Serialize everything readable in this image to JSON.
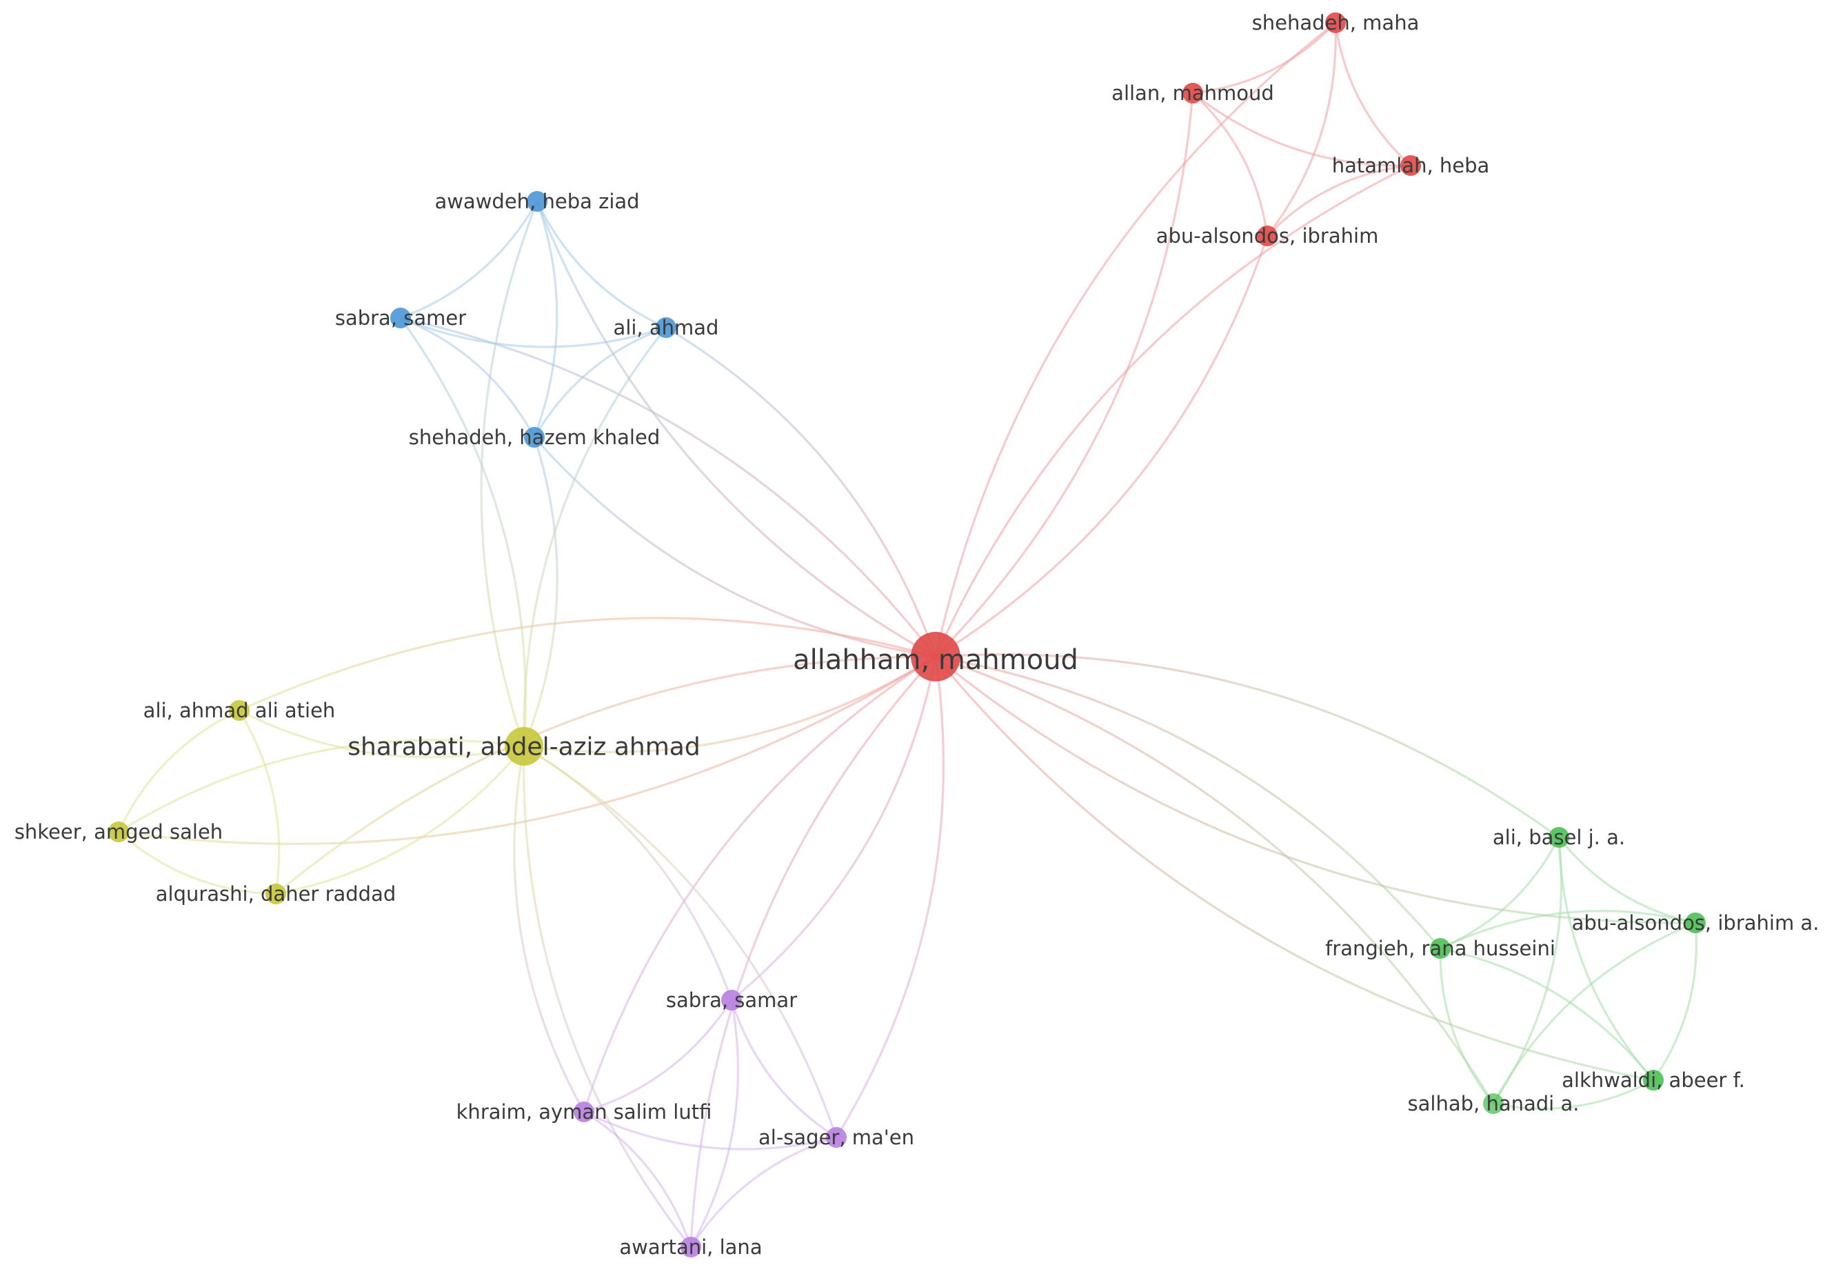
{
  "clusters": [
    {
      "id": "red",
      "color": "#e04848",
      "edge_color": "#f0a0a0"
    },
    {
      "id": "blue",
      "color": "#4d97d6",
      "edge_color": "#a6cbe9"
    },
    {
      "id": "yellow",
      "color": "#c6c63a",
      "edge_color": "#e2e29a"
    },
    {
      "id": "purple",
      "color": "#b87fe0",
      "edge_color": "#d7b5f0"
    },
    {
      "id": "green",
      "color": "#4cc054",
      "edge_color": "#a6dfaa"
    }
  ],
  "nodes": [
    {
      "id": "allahham",
      "label": "allahham, mahmoud",
      "cluster": "red",
      "size": "large"
    },
    {
      "id": "shehadeh_maha",
      "label": "shehadeh, maha",
      "cluster": "red",
      "size": "small"
    },
    {
      "id": "allan",
      "label": "allan, mahmoud",
      "cluster": "red",
      "size": "small"
    },
    {
      "id": "hatamlah",
      "label": "hatamlah, heba",
      "cluster": "red",
      "size": "small"
    },
    {
      "id": "abu_ibrahim",
      "label": "abu-alsondos, ibrahim",
      "cluster": "red",
      "size": "small"
    },
    {
      "id": "awawdeh",
      "label": "awawdeh, heba ziad",
      "cluster": "blue",
      "size": "small"
    },
    {
      "id": "sabra_samer",
      "label": "sabra, samer",
      "cluster": "blue",
      "size": "small"
    },
    {
      "id": "ali_ahmad",
      "label": "ali, ahmad",
      "cluster": "blue",
      "size": "small"
    },
    {
      "id": "shehadeh_hazem",
      "label": "shehadeh, hazem khaled",
      "cluster": "blue",
      "size": "small"
    },
    {
      "id": "sharabati",
      "label": "sharabati, abdel-aziz ahmad",
      "cluster": "yellow",
      "size": "medium"
    },
    {
      "id": "ali_atieh",
      "label": "ali, ahmad ali atieh",
      "cluster": "yellow",
      "size": "small"
    },
    {
      "id": "shkeer",
      "label": "shkeer, amged saleh",
      "cluster": "yellow",
      "size": "small"
    },
    {
      "id": "alqurashi",
      "label": "alqurashi, daher raddad",
      "cluster": "yellow",
      "size": "small"
    },
    {
      "id": "sabra_samar",
      "label": "sabra, samar",
      "cluster": "purple",
      "size": "small"
    },
    {
      "id": "khraim",
      "label": "khraim, ayman salim lutfi",
      "cluster": "purple",
      "size": "small"
    },
    {
      "id": "alsager",
      "label": "al-sager, ma'en",
      "cluster": "purple",
      "size": "small"
    },
    {
      "id": "awartani",
      "label": "awartani, lana",
      "cluster": "purple",
      "size": "small"
    },
    {
      "id": "ali_basel",
      "label": "ali, basel j. a.",
      "cluster": "green",
      "size": "small"
    },
    {
      "id": "abu_ibrahim_a",
      "label": "abu-alsondos, ibrahim a.",
      "cluster": "green",
      "size": "small"
    },
    {
      "id": "frangieh",
      "label": "frangieh, rana husseini",
      "cluster": "green",
      "size": "small"
    },
    {
      "id": "alkhwaldi",
      "label": "alkhwaldi, abeer f.",
      "cluster": "green",
      "size": "small"
    },
    {
      "id": "salhab",
      "label": "salhab, hanadi a.",
      "cluster": "green",
      "size": "small",
      "faded": true
    }
  ],
  "edges": [
    [
      "allahham",
      "shehadeh_maha"
    ],
    [
      "allahham",
      "allan"
    ],
    [
      "allahham",
      "hatamlah"
    ],
    [
      "allahham",
      "abu_ibrahim"
    ],
    [
      "shehadeh_maha",
      "allan"
    ],
    [
      "shehadeh_maha",
      "hatamlah"
    ],
    [
      "shehadeh_maha",
      "abu_ibrahim"
    ],
    [
      "allan",
      "hatamlah"
    ],
    [
      "allan",
      "abu_ibrahim"
    ],
    [
      "hatamlah",
      "abu_ibrahim"
    ],
    [
      "allahham",
      "awawdeh"
    ],
    [
      "allahham",
      "ali_ahmad"
    ],
    [
      "allahham",
      "shehadeh_hazem"
    ],
    [
      "allahham",
      "sabra_samer"
    ],
    [
      "awawdeh",
      "sabra_samer"
    ],
    [
      "awawdeh",
      "ali_ahmad"
    ],
    [
      "awawdeh",
      "shehadeh_hazem"
    ],
    [
      "sabra_samer",
      "ali_ahmad"
    ],
    [
      "sabra_samer",
      "shehadeh_hazem"
    ],
    [
      "ali_ahmad",
      "shehadeh_hazem"
    ],
    [
      "sharabati",
      "awawdeh"
    ],
    [
      "sharabati",
      "shehadeh_hazem"
    ],
    [
      "sharabati",
      "ali_ahmad"
    ],
    [
      "sharabati",
      "sabra_samer"
    ],
    [
      "allahham",
      "sharabati"
    ],
    [
      "allahham",
      "ali_atieh"
    ],
    [
      "allahham",
      "shkeer"
    ],
    [
      "allahham",
      "alqurashi"
    ],
    [
      "sharabati",
      "ali_atieh"
    ],
    [
      "sharabati",
      "shkeer"
    ],
    [
      "sharabati",
      "alqurashi"
    ],
    [
      "ali_atieh",
      "shkeer"
    ],
    [
      "ali_atieh",
      "alqurashi"
    ],
    [
      "shkeer",
      "alqurashi"
    ],
    [
      "allahham",
      "sabra_samar"
    ],
    [
      "allahham",
      "khraim"
    ],
    [
      "allahham",
      "alsager"
    ],
    [
      "allahham",
      "awartani"
    ],
    [
      "sharabati",
      "sabra_samar"
    ],
    [
      "sharabati",
      "khraim"
    ],
    [
      "sharabati",
      "alsager"
    ],
    [
      "sharabati",
      "awartani"
    ],
    [
      "sabra_samar",
      "khraim"
    ],
    [
      "sabra_samar",
      "alsager"
    ],
    [
      "sabra_samar",
      "awartani"
    ],
    [
      "khraim",
      "alsager"
    ],
    [
      "khraim",
      "awartani"
    ],
    [
      "alsager",
      "awartani"
    ],
    [
      "allahham",
      "ali_basel"
    ],
    [
      "allahham",
      "abu_ibrahim_a"
    ],
    [
      "allahham",
      "frangieh"
    ],
    [
      "allahham",
      "alkhwaldi"
    ],
    [
      "allahham",
      "salhab"
    ],
    [
      "ali_basel",
      "abu_ibrahim_a"
    ],
    [
      "ali_basel",
      "frangieh"
    ],
    [
      "ali_basel",
      "alkhwaldi"
    ],
    [
      "ali_basel",
      "salhab"
    ],
    [
      "abu_ibrahim_a",
      "frangieh"
    ],
    [
      "abu_ibrahim_a",
      "alkhwaldi"
    ],
    [
      "abu_ibrahim_a",
      "salhab"
    ],
    [
      "frangieh",
      "alkhwaldi"
    ],
    [
      "frangieh",
      "salhab"
    ],
    [
      "alkhwaldi",
      "salhab"
    ]
  ]
}
